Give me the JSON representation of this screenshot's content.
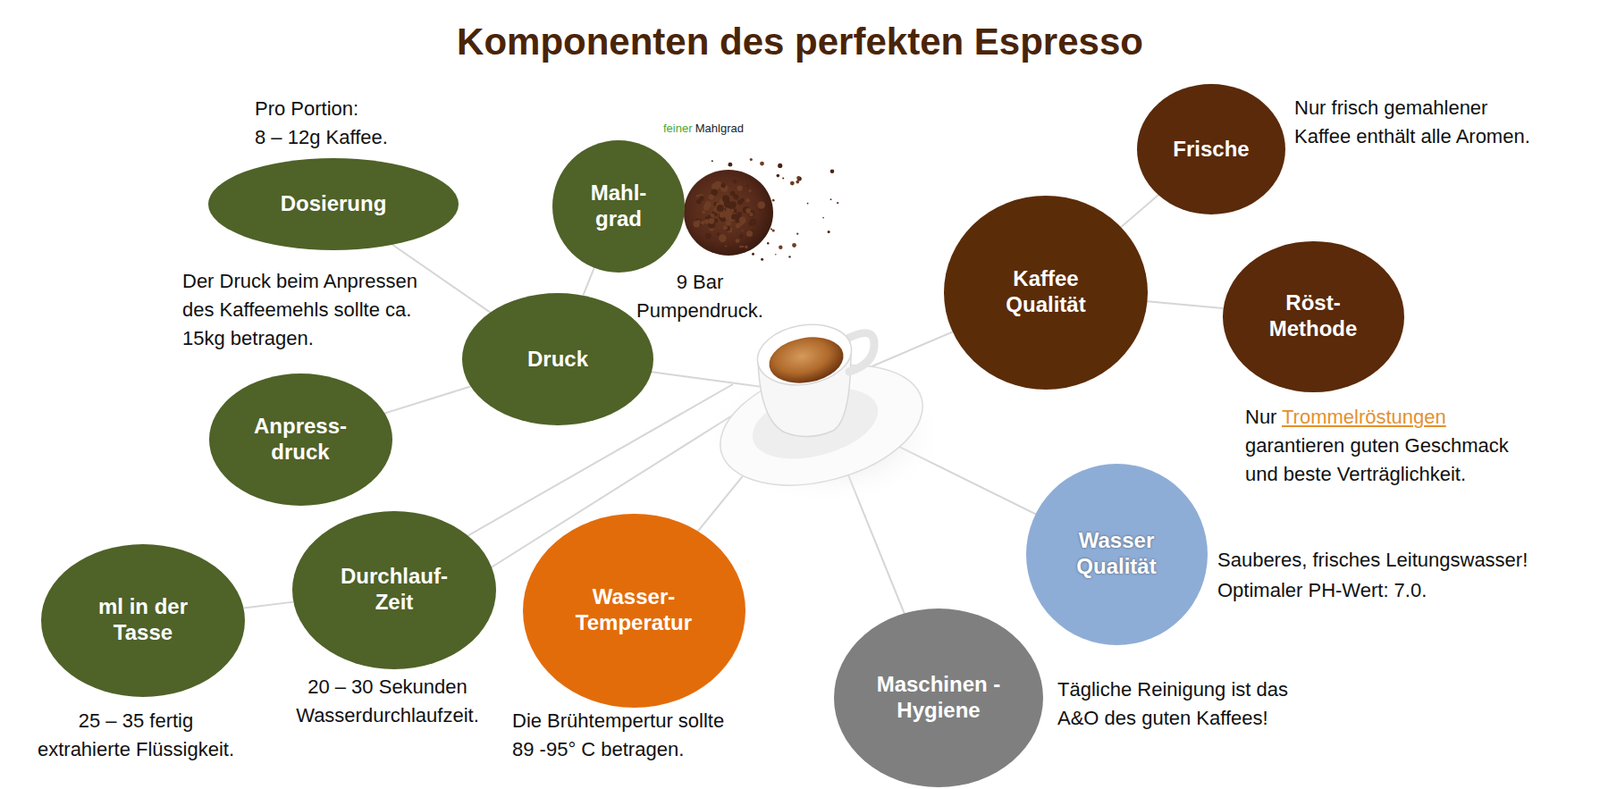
{
  "diagram": {
    "title": "Komponenten des perfekten Espresso",
    "nodes": [
      {
        "text": [
          "Dosierung"
        ]
      },
      {
        "text": [
          "Mahl- grad"
        ]
      },
      {
        "text": [
          "Druck"
        ]
      },
      {
        "text": [
          "Anpress- druck"
        ]
      },
      {
        "text": [
          "ml in der Tasse"
        ]
      },
      {
        "text": [
          "Durchlauf- Zeit"
        ]
      },
      {
        "text": [
          "Wasser- Temperatur"
        ]
      },
      {
        "text": [
          "Frische"
        ]
      },
      {
        "text": [
          "Kaffee Qualität"
        ]
      },
      {
        "text": [
          "Röst- Methode"
        ]
      },
      {
        "text": [
          "Wasser Qualität"
        ]
      },
      {
        "text": [
          "Maschinen -Hygiene"
        ]
      }
    ],
    "edges": [
      {
        "from": 0,
        "to": 2,
        "arrow": "none"
      },
      {
        "from": 1,
        "to": 2,
        "arrow": "none"
      },
      {
        "from": 3,
        "to": 2,
        "arrow": "none"
      },
      {
        "from": 5,
        "to": 4,
        "arrow": "none"
      },
      {
        "from": 8,
        "to": 7,
        "arrow": "none"
      },
      {
        "from": 8,
        "to": 9,
        "arrow": "none"
      }
    ],
    "labels": [
      "Pro Portion:",
      "8 – 12g Kaffee.",
      "feiner",
      "Mahlgrad",
      "9 Bar Pumpendruck.",
      "Der Druck beim Anpressen des Kaffeemehls sollte ca. 15kg betragen.",
      "Nur frisch gemahlener Kaffee enthält alle Aromen.",
      "Nur",
      "Trommelröstungen",
      "garantieren guten Geschmack und beste Verträglichkeit.",
      "Sauberes, frisches Leitungswasser!",
      "Optimaler PH-Wert: 7.0.",
      "25 – 35 fertig extrahierte Flüssigkeit.",
      "20 – 30 Sekunden Wasserdurchlaufzeit.",
      "Die Brühtempertur sollte 89 -95° C betragen.",
      "Tägliche Reinigung ist das A&O des guten Kaffees!"
    ]
  }
}
